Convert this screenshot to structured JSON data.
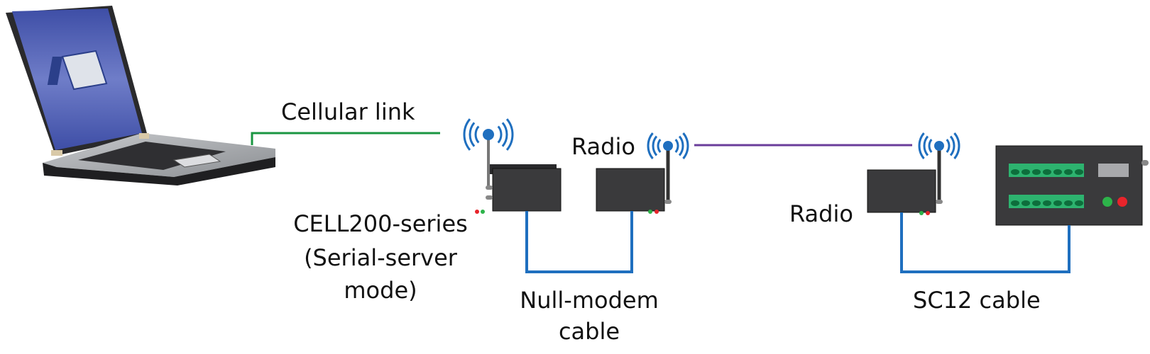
{
  "diagram": {
    "title": "CELL200-series serial-server mode with radio network",
    "colors": {
      "cellular_link": "#1a9641",
      "radio_link": "#6a3d9a",
      "serial_cable": "#1f6fbf",
      "device_body": "#3a3a3c",
      "terminal_green": "#2db36f",
      "terminal_dot": "#0d6e3c",
      "led_green": "#2db34a",
      "led_red": "#e8242b",
      "antenna_tip": "#1f6fbf",
      "laptop_screen": "#4a5bb0"
    },
    "nodes": [
      {
        "id": "laptop",
        "icon": "laptop-icon",
        "label": ""
      },
      {
        "id": "cell200",
        "icon": "cellular-modem-icon",
        "label": "CELL200-series\n(Serial-server\nmode)"
      },
      {
        "id": "radio1",
        "icon": "radio-icon",
        "label": "Radio"
      },
      {
        "id": "radio2",
        "icon": "radio-icon",
        "label": "Radio"
      },
      {
        "id": "datalogger",
        "icon": "datalogger-icon",
        "label": ""
      }
    ],
    "links": [
      {
        "from": "laptop",
        "to": "cell200",
        "type": "cellular",
        "label": "Cellular link"
      },
      {
        "from": "cell200",
        "to": "radio1",
        "type": "cable",
        "label": "Null-modem\ncable"
      },
      {
        "from": "radio1",
        "to": "radio2",
        "type": "radio",
        "label": ""
      },
      {
        "from": "radio2",
        "to": "datalogger",
        "type": "cable",
        "label": "SC12 cable"
      }
    ],
    "labels": {
      "cellular_link": "Cellular link",
      "radio_left": "Radio",
      "cell200_line1": "CELL200-series",
      "cell200_line2": "(Serial-server",
      "cell200_line3": "mode)",
      "null_modem_line1": "Null-modem",
      "null_modem_line2": "cable",
      "radio_right": "Radio",
      "sc12_cable": "SC12 cable"
    }
  }
}
